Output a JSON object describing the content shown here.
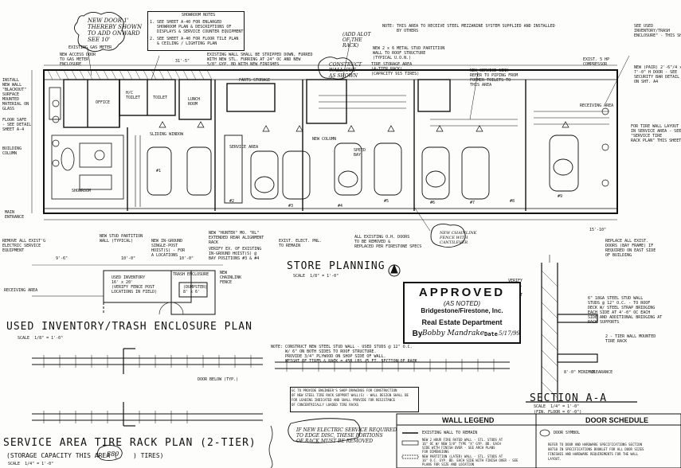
{
  "notes": {
    "showroom_header": "SHOWROOM NOTES",
    "showroom_1": "1. SEE SHEET A-40 FOR ENLARGED\n   SHOWROOM PLAN & DESCRIPTIONS OF\n   DISPLAYS & SERVICE COUNTER EQUIPMENT",
    "showroom_2": "2. SEE SHEET A-40 FOR FLOOR TILE PLAN\n   & CEILING / LIGHTING PLAN",
    "mezzanine": "NOTE: THIS AREA TO RECEIVE STEEL MEZZANINE SYSTEM SUPPLIED AND INSTALLED\n      BY OTHERS",
    "existing_wall": "EXISTING WALL SHALL BE STRIPPED DOWN, FURRED\nWITH NEW STL. FURRING AT 24\" OC AND NEW\n5/8\" GYP. BD WITH NEW FINISHES",
    "rack_note": "NOTE: CONSTRUCT NEW STEEL STUD WALL - USED STUDS @ 12\" O.C.\n      W/ 6\" ON BOTH SIDES TO ROOF STRUCTURE.\n      PROVIDE 3/4\" PLYWOOD ON SHOP SIDE OF WALL.\n      WEIGHT OF TIRES & RACK = 450 LBS./5 FT. SECTION OF RACK.",
    "engineer_note": "GC TO PROVIDE ENGINEER'S SHOP DRAWINGS FOR CONSTRUCTION\nOF NEW STEEL TIRE RACK SUPPORT WALL(S) - WALL DESIGN SHALL BE\nFOR LOADING INDICATED AND SHALL PROVIDE FOR RESISTANCE\nOF CONCENTRICALLY LOADED TIRE RACKS"
  },
  "labels": {
    "install_wall": "INSTALL\nNEW WALL\n\"BLACKOUT\"\nSURFACE\nMOUNTED\nMATERIAL ON\nGLASS",
    "floor_safe": "FLOOR SAFE\n- SEE DETAIL\nSHEET A-4",
    "building_column": "BUILDING\nCOLUMN",
    "main_entrance": "MAIN\nENTRANCE",
    "remove_service": "REMOVE ALL EXIST'G\nELECTRIC SERVICE\nEQUIPMENT",
    "office": "OFFICE",
    "toilet": "TOILET",
    "hc_toilet": "H/C\nTOILET",
    "lunch": "LUNCH\nROOM",
    "showroom": "SHOWROOM",
    "service_area": "SERVICE AREA",
    "parts_storage": "PARTS STORAGE",
    "receiving": "RECEIVING AREA",
    "sliding_window": "SLIDING WINDOW",
    "new_access_door": "NEW ACCESS DOOR\nTO GAS METER\nENCLOSURE",
    "existing_gas": "EXISTING GAS METER",
    "existing_wall_label": "EXISTING WALL SHALL BE STRIPPED DOWN",
    "tire_storage": "TIRE STORAGE AREA\n(4-TIER RACK)\n(CAPACITY 915 TIRES)",
    "new_stud_partition": "NEW STUD PARTITION\nWALL (TYPICAL)",
    "new_inground_lift": "NEW IN-GROUND\nSINGLE-POST\nHOIST(S) - FOR\nA LOCATIONS",
    "new_hunter": "NEW \"HUNTER\" MO. \"RL\"\nEXTENDED REAR ALIGNMENT\nRACK",
    "verify_existing": "VERIFY EX. OF EXISTING\nIN-GROUND HOIST(S) @\nBAY POSITIONS #3 & #4",
    "exist_elec": "EXIST. ELECT. PNL.\nTO REMAIN",
    "all_existing_doors": "ALL EXISTING O.H. DOORS\nTO BE REMOVED &\nREPLACED PER FIRESTONE SPECS",
    "replace_doors": "REPLACE ALL EXIST.\nDOORS (BAY FRAME) IF\nREQUIRED ON EAST SIDE\nOF BUILDING",
    "exist_5hp": "EXIST. 5 HP\nCOMPRESSOR",
    "see_used": "SEE USED\nINVENTORY/TRASH\nENCLOSURE\" - THIS SHEET",
    "new_service_sink": "NEW SERVICE SINK\nREFER TO PIPING FROM\nFORMER TOILETS TO\nTHIS AREA",
    "new_metal_stud": "NEW 2 x 6 METAL STUD PARTITION\nWALL TO ROOF STRUCTURE\n(TYPICAL U.O.N.)",
    "for_tire_wall": "FOR TIRE WALL LAYOUT\nIN SERVICE AREA - SEE\n\"SERVICE TIRE\nRACK PLAN\" THIS SHEET",
    "new_electrical": "NEW (PAIR) 2'-6\"/4 x\n7'-0\" H DOOR - SEE\nSECURITY BAR DETAIL\nON SHT. A4",
    "new_column": "NEW COLUMN",
    "speed_bay": "SPEED\nBAY",
    "used_inventory_box": "USED INVENTORY\n16' x 20'\n(VERIFY FENCE POST\nLOCATIONS IN FIELD)",
    "trash_enclosure": "TRASH ENCLOSURE",
    "dumpster": "(DUMPSTER)\n8' x 6'",
    "new_chainlink": "NEW\nCHAINLINK\nFENCE",
    "receiving_lower": "RECEIVING AREA",
    "verify_clear": "VERIFY\nEXIST.\nCLEAR\nHEIGHT",
    "stud_note": "6\" 18GA STEEL STUD WALL\nSTUDS @ 12\" O.C. - TO ROOF\nDECK W/ STEEL STRAP BRIDGING\nEACH SIDE AT 4'-0\" OC EACH\nSIDE AND ADDITIONAL BRIDGING AT\nRACK SUPPORTS",
    "two_tier": "2 - TIER WALL MOUNTED\nTIRE RACK",
    "door_below": "DOOR BELOW (TYP.)",
    "clearance": "CLEARANCE",
    "min_height": "8'-0\" MINIMUM"
  },
  "titles": {
    "store_planning": "STORE PLANNING",
    "store_scale": "SCALE  1/8\" = 1'-0\"",
    "used_inventory": "USED INVENTORY/TRASH ENCLOSURE PLAN",
    "used_scale": "SCALE  1/8\" = 1'-0\"",
    "rack_plan": "SERVICE AREA TIRE RACK PLAN (2-TIER)",
    "rack_capacity": "(STORAGE CAPACITY THIS AREA (    ) TIRES)",
    "rack_capacity_value": "880",
    "rack_scale": "SCALE  1/4\" = 1'-0\"",
    "section": "SECTION A-A",
    "section_scale": "SCALE  1/4\" = 1'-0\"",
    "fin_floor": "(FIN. FLOOR = 0'-0\")",
    "dim_top": "31'-5\"",
    "dim_mid": "15'-10\"",
    "dim_a": "9'-6\"",
    "dim_b": "10'-0\"",
    "dim_c": "10'-0\""
  },
  "stamp": {
    "approved": "APPROVED",
    "as_noted": "(AS NOTED)",
    "company": "Bridgestone/Firestone, Inc.",
    "dept": "Real Estate Department",
    "by": "By",
    "date_label": "Date",
    "date_value": "5/17/99"
  },
  "handwritten": {
    "note_top": "NEW DOOR 1'\nTHEREBY SHOWN\nTO ADD ONWARD\nSEE 10'",
    "note_cut": "CONSTRUCT\nWALL CUT\nAS SHOWN",
    "note_alot": "(ADD ALOT\nOF THE\nRACK)",
    "note_chain": "NEW CHAINLINK\nFENCE WITH\nCANTILEVER",
    "note_bottom": "IF NEW ELECTRIC SERVICE REQUIRED\nTO EDGE DISC, THESE PORTIONS\nOF RACK MUST BE REMOVED",
    "signature": "Bobby Mandrake"
  },
  "wall_legend": {
    "header": "WALL LEGEND",
    "row1": "EXISTING WALL TO REMAIN",
    "row2": "NEW 2 HOUR FIRE RATED WALL - STL. STUDS AT\n16\" OC W/ NEW 5/8\" TYPE \"X\" GYP. BD. EACH\nSIDE WITH FINISH OVER - SEE ARCH PLANS\nFOR DIMENSIONS",
    "row3": "NEW PARTITION (LATER) WALL - STL. STUDS AT\n16\" O.C. GYP. BD. EACH SIDE WITH FINISH OVER - SEE\nPLANS FOR SIZE AND LOCATION"
  },
  "door_schedule": {
    "header": "DOOR SCHEDULE",
    "symbol": "DOOR SYMBOL",
    "text": "REFER TO DOOR AND HARDWARE SPECIFICATIONS SECTION\n08710 IN SPECIFICATIONS BOOKLET FOR ALL DOOR SIZES\nFINISHES AND HARDWARE REQUIREMENTS FOR THE WALL\nLAYOUT."
  },
  "bays": [
    "#1",
    "#2",
    "#3",
    "#4",
    "#5",
    "#6",
    "#7",
    "#8",
    "#9"
  ]
}
